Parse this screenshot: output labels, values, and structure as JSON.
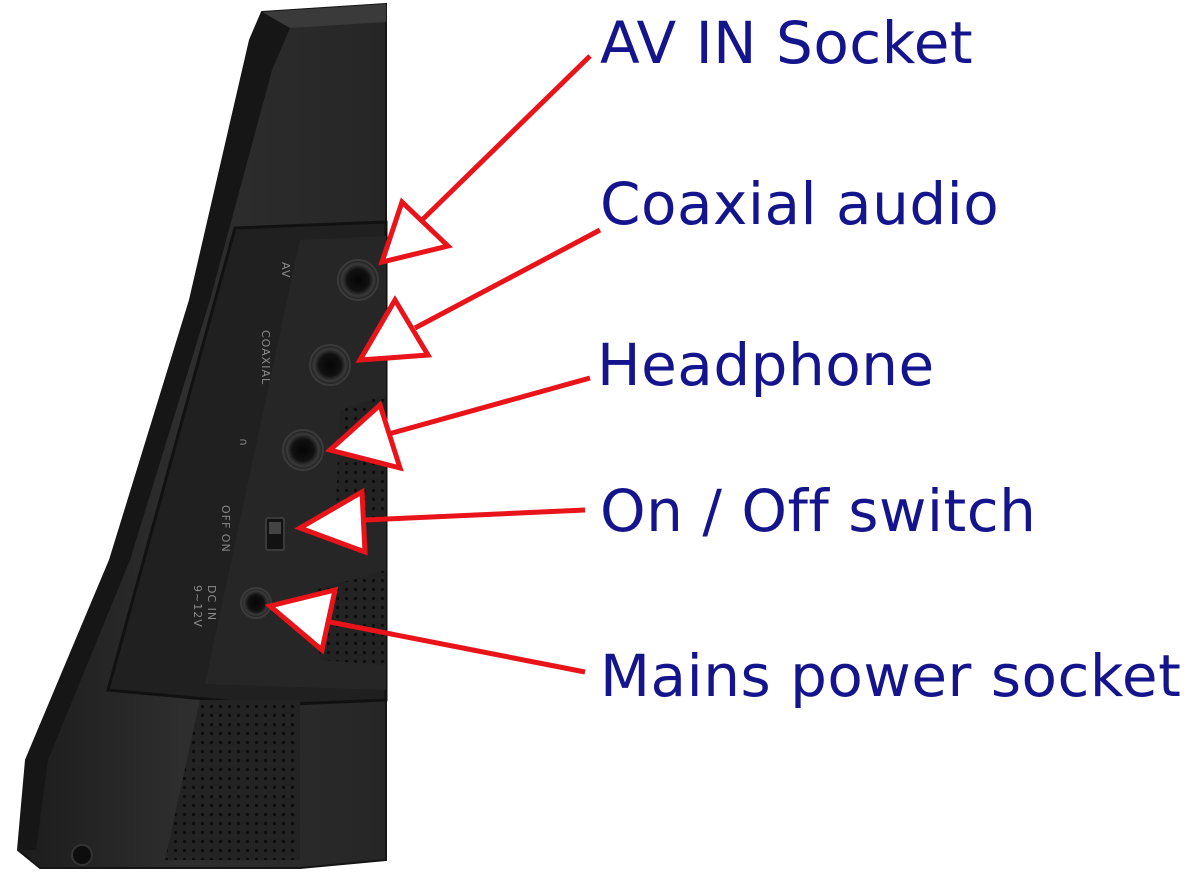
{
  "labels": [
    {
      "id": "av-in",
      "text": "AV IN Socket"
    },
    {
      "id": "coaxial",
      "text": "Coaxial audio"
    },
    {
      "id": "headphone",
      "text": "Headphone"
    },
    {
      "id": "switch",
      "text": "On / Off switch"
    },
    {
      "id": "power",
      "text": "Mains power socket"
    }
  ],
  "panel_markings": {
    "av": "AV",
    "coaxial": "COAXIAL",
    "headphone": "∩",
    "switch": "OFF ON",
    "dc": "DC IN",
    "voltage": "9~12V"
  },
  "colors": {
    "label_text": "#14148c",
    "arrow": "#e8141a",
    "device_body": "#2a2a2a",
    "device_edge": "#1a1a1a",
    "panel": "#222222",
    "background": "#ffffff"
  }
}
